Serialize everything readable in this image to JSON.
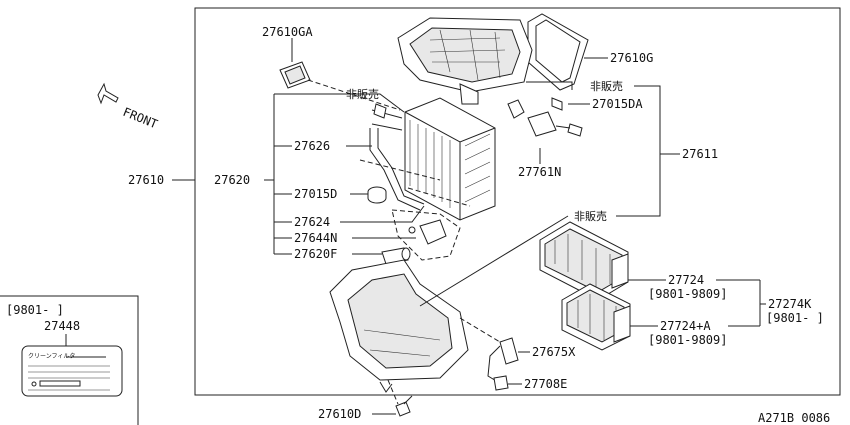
{
  "labels": {
    "p27610GA": "27610GA",
    "p27610G": "27610G",
    "p27015DA": "27015DA",
    "p27761N": "27761N",
    "p27611": "27611",
    "p27610": "27610",
    "p27620": "27620",
    "p27626": "27626",
    "p27015D": "27015D",
    "p27624": "27624",
    "p27644N": "27644N",
    "p27620F": "27620F",
    "p27724": "27724",
    "p27724_range": "[9801-9809]",
    "p27724A": "27724+A",
    "p27724A_range": "[9801-9809]",
    "p27274K": "27274K",
    "p27274K_range": "[9801-  ]",
    "p27675X": "27675X",
    "p27708E": "27708E",
    "p27610D": "27610D",
    "not_for_sale_1": "非販売",
    "not_for_sale_2": "非販売",
    "not_for_sale_3": "非販売",
    "front": "FRONT",
    "inset_range": "[9801-     ]",
    "inset_part": "27448",
    "inset_label_text": "クリーンフィルタ",
    "drawing_code": "A271B 0086"
  }
}
